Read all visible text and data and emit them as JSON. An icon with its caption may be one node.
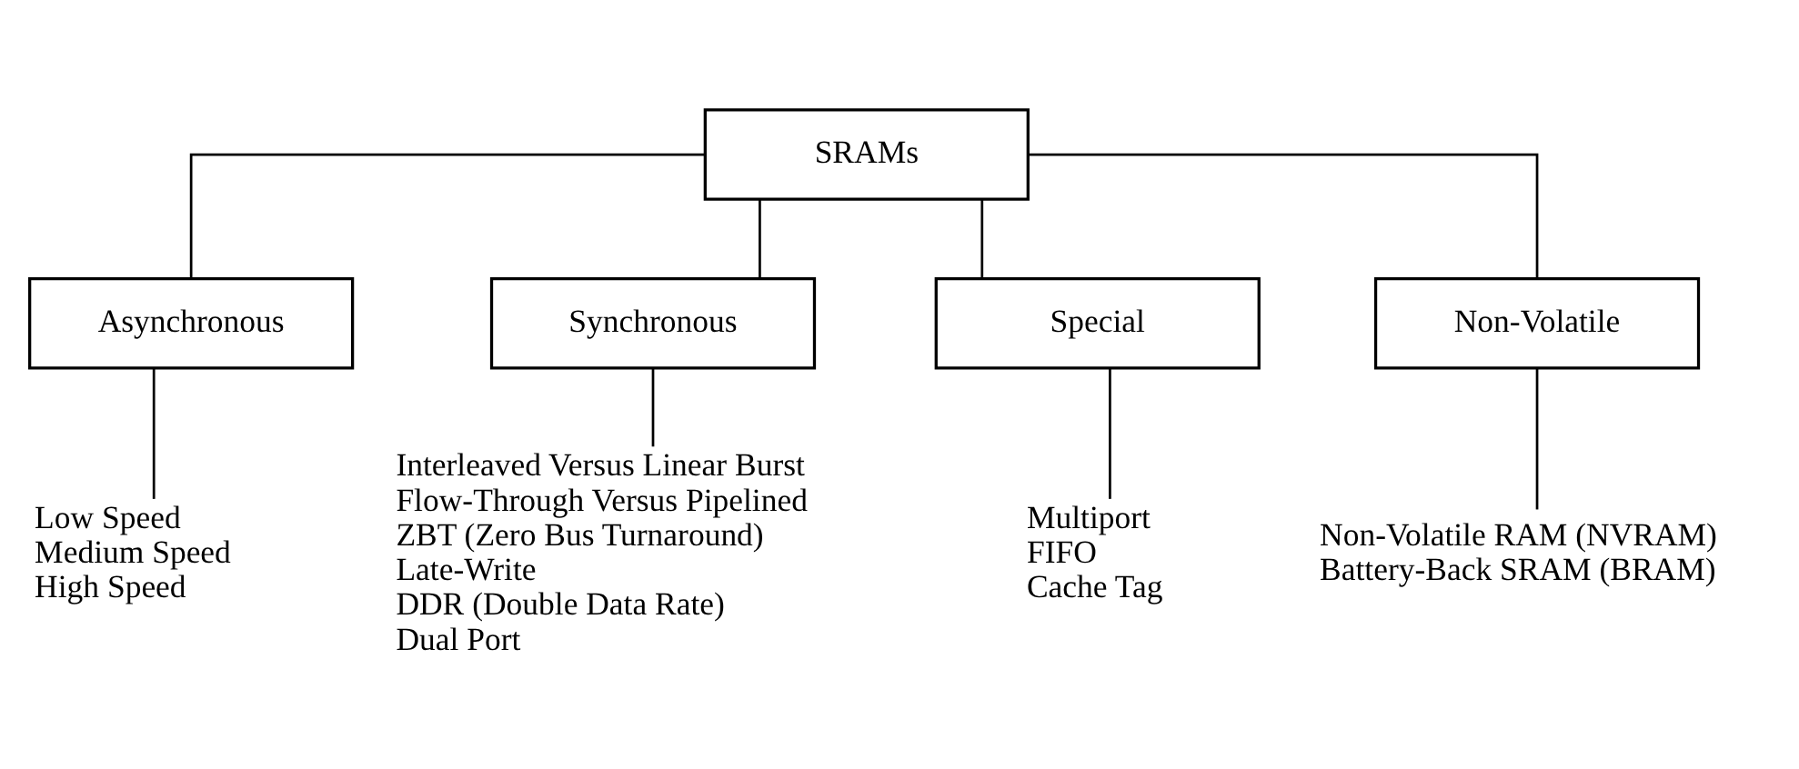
{
  "diagram": {
    "nodes": [
      {
        "text": [
          "SRAMs"
        ]
      },
      {
        "text": [
          "Asynchronous"
        ]
      },
      {
        "text": [
          "Synchronous"
        ]
      },
      {
        "text": [
          "Special"
        ]
      },
      {
        "text": [
          "Non-Volatile"
        ]
      },
      {
        "text": [
          "Low Speed",
          "Medium Speed",
          "High Speed"
        ]
      },
      {
        "text": [
          "Interleaved Versus Linear Burst",
          "Flow-Through Versus Pipelined",
          "ZBT (Zero Bus Turnaround)",
          "Late-Write",
          "DDR (Double Data Rate)",
          "Dual Port"
        ]
      },
      {
        "text": [
          "Multiport",
          "FIFO",
          "Cache Tag"
        ]
      },
      {
        "text": [
          "Non-Volatile RAM (NVRAM)",
          "Battery-Back SRAM (BRAM)"
        ]
      }
    ],
    "edges": [
      {
        "from": 0,
        "to": 1,
        "arrow": "none"
      },
      {
        "from": 0,
        "to": 2,
        "arrow": "none"
      },
      {
        "from": 0,
        "to": 3,
        "arrow": "none"
      },
      {
        "from": 0,
        "to": 4,
        "arrow": "none"
      },
      {
        "from": 1,
        "to": 5,
        "arrow": "none"
      },
      {
        "from": 2,
        "to": 6,
        "arrow": "none"
      },
      {
        "from": 3,
        "to": 7,
        "arrow": "none"
      },
      {
        "from": 4,
        "to": 8,
        "arrow": "none"
      }
    ]
  }
}
